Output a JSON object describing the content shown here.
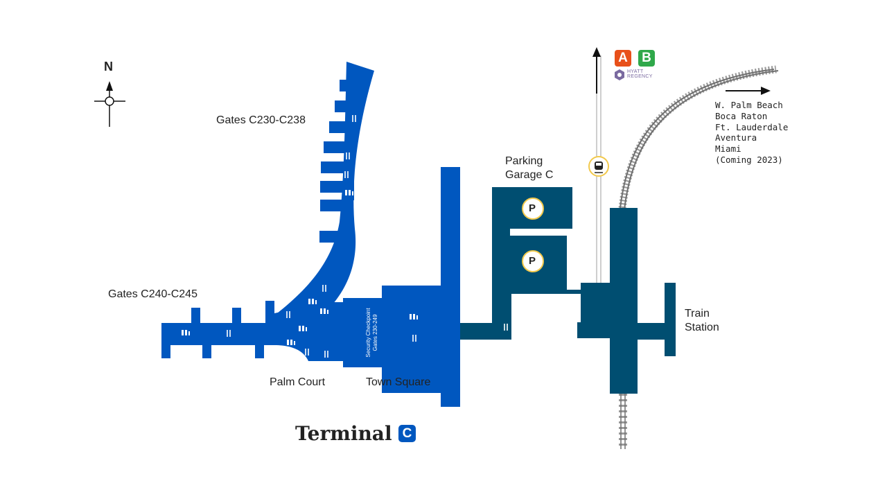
{
  "compass": {
    "label": "N"
  },
  "labels": {
    "gates_c230": "Gates C230-C238",
    "gates_c240": "Gates C240-C245",
    "palm_court": "Palm Court",
    "town_square": "Town Square",
    "parking_line1": "Parking",
    "parking_line2": "Garage C",
    "train_line1": "Train",
    "train_line2": "Station",
    "security_line1": "Security Checkpoint",
    "security_line2": "Gates 230-249"
  },
  "title": {
    "text": "Terminal",
    "badge": "C"
  },
  "rail_badges": [
    {
      "label": "A",
      "color": "#e8501a"
    },
    {
      "label": "B",
      "color": "#2fa84a"
    }
  ],
  "hotel": {
    "line1": "HYATT",
    "line2": "REGENCY"
  },
  "destinations": [
    "W. Palm Beach",
    "Boca Raton",
    "Ft. Lauderdale",
    "Aventura",
    "Miami",
    "(Coming 2023)"
  ],
  "parking_symbol": "P",
  "colors": {
    "terminal": "#0057bf",
    "landside": "#004e71",
    "track": "#999999",
    "parking_ring": "#f2c94c"
  },
  "icons": [
    "restroom-icon",
    "restaurant-icon",
    "parking-icon",
    "train-icon",
    "north-arrow-icon",
    "hotel-icon"
  ]
}
